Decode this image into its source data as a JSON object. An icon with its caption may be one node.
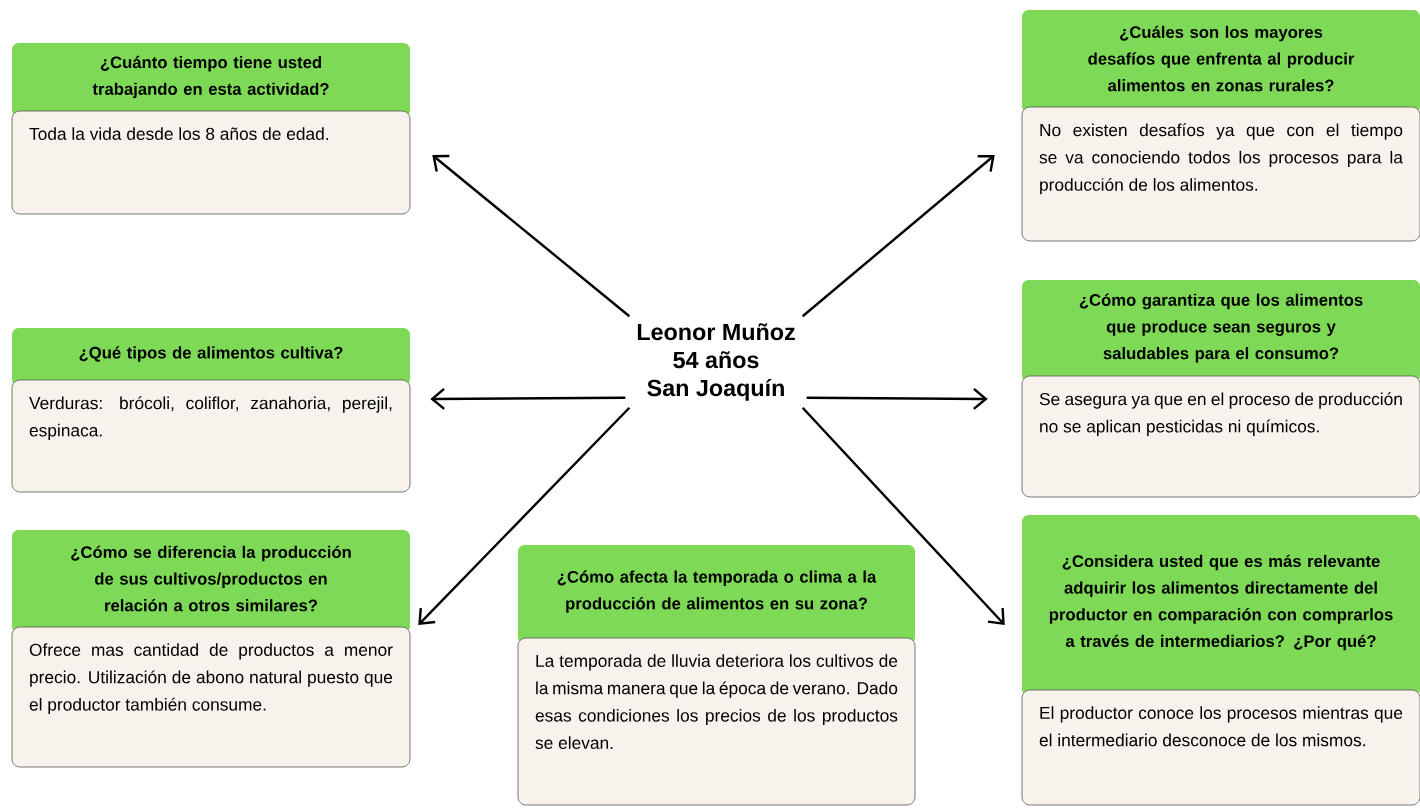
{
  "diagram": {
    "nodes": [
      {
        "text": [
          "Leonor Muñoz",
          "54 años",
          "San Joaquín"
        ]
      },
      {
        "text": [
          "¿Cuánto tiempo tiene usted trabajando en esta actividad?",
          "Toda la vida desde los 8 años de edad."
        ]
      },
      {
        "text": [
          "¿Cuáles son los mayores desafíos que enfrenta al producir alimentos en zonas rurales?",
          "No existen desafíos ya que con el tiempo se va conociendo todos los procesos para la producción de los alimentos."
        ]
      },
      {
        "text": [
          "¿Qué tipos de alimentos cultiva?",
          "Verduras: brócoli, coliflor, zanahoria, perejil, espinaca."
        ]
      },
      {
        "text": [
          "¿Cómo garantiza que los alimentos que produce sean seguros y saludables para el consumo?",
          "Se asegura ya que en el proceso de producción no se aplican pesticidas ni químicos."
        ]
      },
      {
        "text": [
          "¿Cómo se diferencia la producción de sus cultivos/productos en relación a otros similares?",
          "Ofrece mas cantidad de productos a menor precio. Utilización de abono natural puesto que el productor también consume."
        ]
      },
      {
        "text": [
          "¿Cómo afecta la temporada o clima a la producción de alimentos en su zona?",
          "La temporada de lluvia deteriora los cultivos de la misma manera que la época de verano. Dado esas condiciones los precios de los productos se elevan."
        ]
      },
      {
        "text": [
          "¿Considera usted que es más relevante adquirir los alimentos directamente del productor en comparación con comprarlos a través de intermediarios? ¿Por qué?",
          "El productor conoce los procesos mientras que el intermediario desconoce de los mismos."
        ]
      }
    ],
    "edges": [
      {
        "from": 0,
        "to": 1,
        "arrow": "to"
      },
      {
        "from": 0,
        "to": 2,
        "arrow": "to"
      },
      {
        "from": 0,
        "to": 3,
        "arrow": "to"
      },
      {
        "from": 0,
        "to": 4,
        "arrow": "to"
      },
      {
        "from": 0,
        "to": 5,
        "arrow": "to"
      },
      {
        "from": 0,
        "to": 7,
        "arrow": "to"
      }
    ]
  }
}
